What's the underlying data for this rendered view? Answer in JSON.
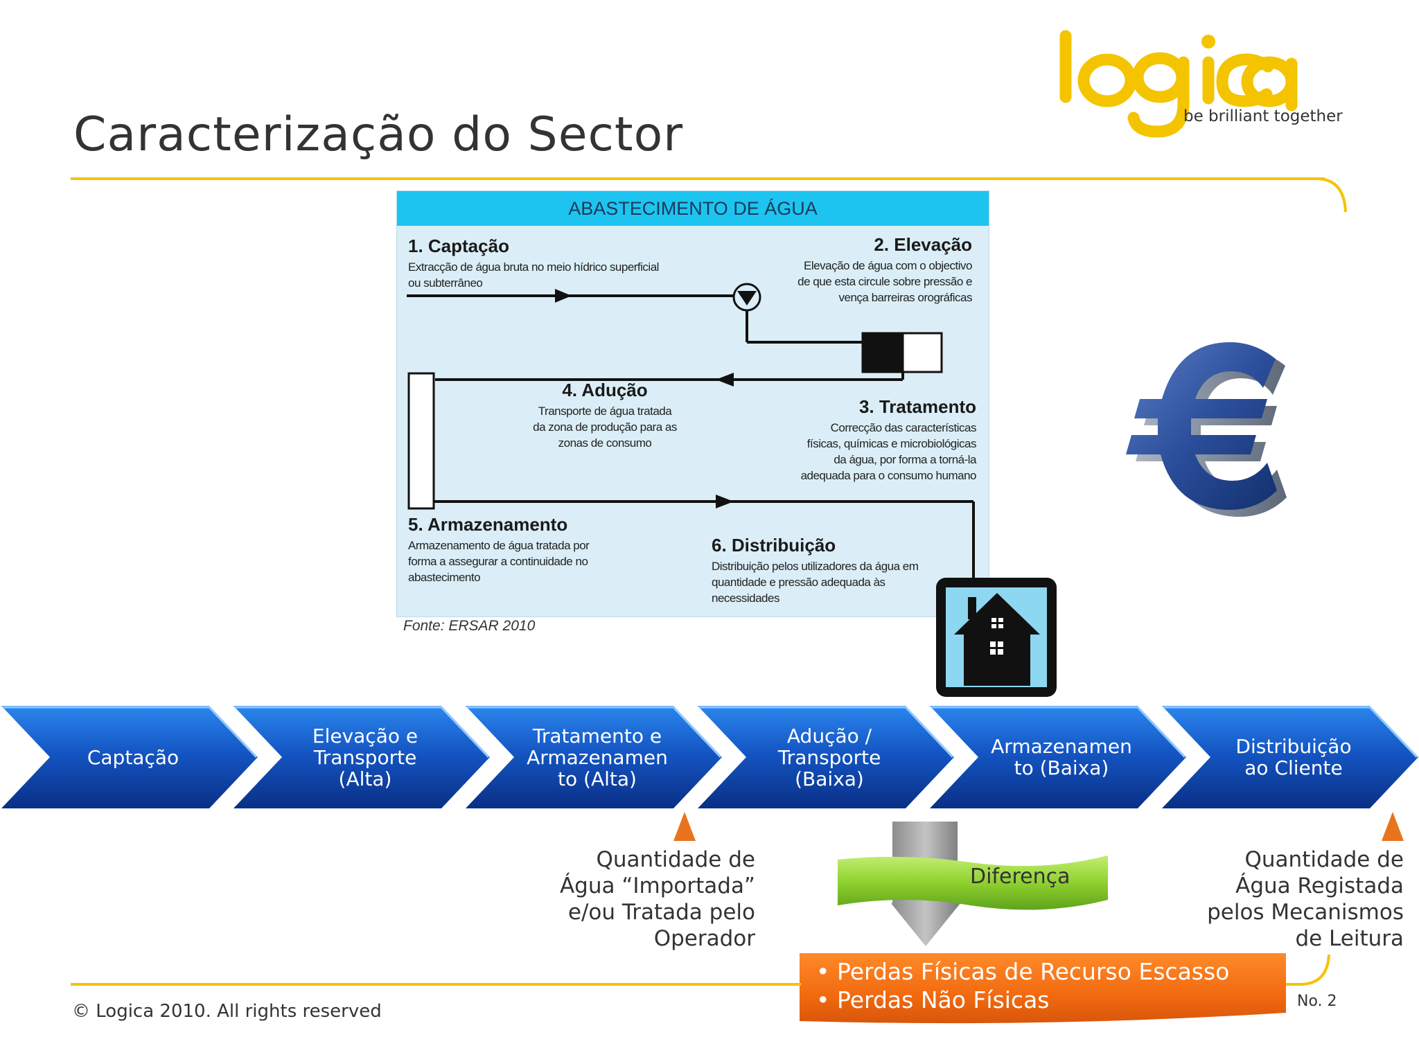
{
  "slide": {
    "title": "Caracterização do Sector",
    "logo": {
      "wordmark": "logica",
      "tagline": "be brilliant together",
      "color": "#f4c400"
    },
    "footer": {
      "copyright": "© Logica 2010. All rights reserved",
      "page_number": "No. 2"
    }
  },
  "water_diagram": {
    "header": "ABASTECIMENTO DE ÁGUA",
    "source": "Fonte: ERSAR 2010",
    "steps": [
      {
        "title": "1. Captação",
        "lines": [
          "Extracção de água bruta no meio hídrico superficial",
          "ou subterrâneo"
        ]
      },
      {
        "title": "2. Elevação",
        "lines": [
          "Elevação de água com o objectivo",
          "de que esta circule sobre pressão e",
          "vença barreiras orográficas"
        ]
      },
      {
        "title": "3. Tratamento",
        "lines": [
          "Correcção das características",
          "físicas, químicas e microbiológicas",
          "da água, por forma a torná-la",
          "adequada para o consumo humano"
        ]
      },
      {
        "title": "4. Adução",
        "lines": [
          "Transporte de água tratada",
          "da zona de produção para as",
          "zonas de consumo"
        ]
      },
      {
        "title": "5. Armazenamento",
        "lines": [
          "Armazenamento de água tratada por",
          "forma a assegurar a continuidade no",
          "abastecimento"
        ]
      },
      {
        "title": "6. Distribuição",
        "lines": [
          "Distribuição pelos utilizadores da água em",
          "quantidade e pressão adequada às",
          "necessidades"
        ]
      }
    ],
    "colors": {
      "header": "#1dc4ef",
      "background": "#dbeef7"
    }
  },
  "icons": {
    "currency": "euro-icon",
    "building": "house-icon"
  },
  "value_chain": {
    "color": "#1560c8",
    "stages": [
      {
        "lines": [
          "Captação"
        ]
      },
      {
        "lines": [
          "Elevação e",
          "Transporte",
          "(Alta)"
        ]
      },
      {
        "lines": [
          "Tratamento e",
          "Armazenamen",
          "to (Alta)"
        ]
      },
      {
        "lines": [
          "Adução /",
          "Transporte",
          "(Baixa)"
        ]
      },
      {
        "lines": [
          "Armazenamen",
          "to (Baixa)"
        ]
      },
      {
        "lines": [
          "Distribuição",
          "ao Cliente"
        ]
      }
    ]
  },
  "measurements": {
    "imported": {
      "lines": [
        "Quantidade de",
        "Água “Importada”",
        "e/ou Tratada pelo",
        "Operador"
      ]
    },
    "registered": {
      "lines": [
        "Quantidade de",
        "Água Registada",
        "pelos Mecanismos",
        "de Leitura"
      ]
    },
    "difference_label": "Diferença",
    "losses": [
      "Perdas Físicas de Recurso Escasso",
      "Perdas Não Físicas"
    ],
    "colors": {
      "marker": "#e8741e",
      "difference": "#8fd12f",
      "losses": "#f26a10"
    }
  }
}
